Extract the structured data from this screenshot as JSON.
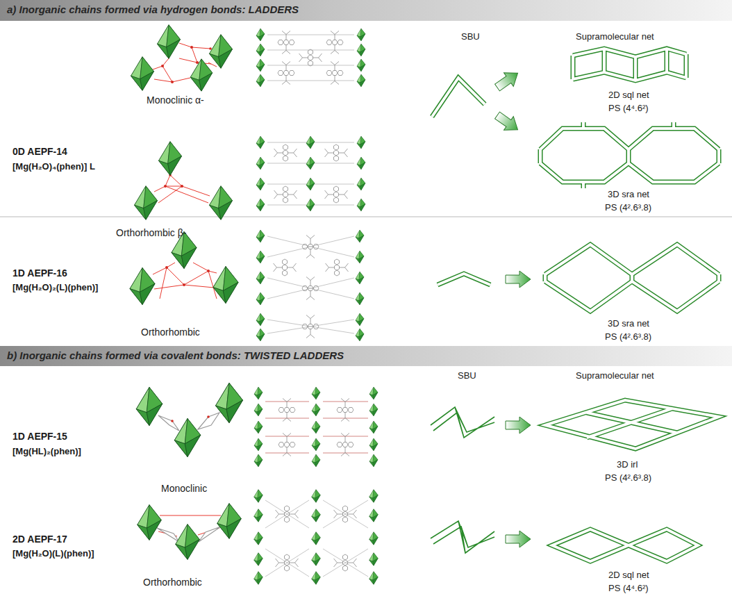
{
  "diagram": {
    "nodes": [
      {
        "text": [
          "a) Inorganic chains formed via hydrogen bonds: LADDERS"
        ]
      },
      {
        "text": [
          "b) Inorganic chains formed via covalent bonds: TWISTED LADDERS"
        ]
      }
    ],
    "labels": [
      "SBU",
      "Supramolecular net",
      "Monoclinic α-",
      "2D sql net",
      "PS (4⁴.6²)",
      "0D AEPF-14",
      "[Mg(H₂O)₄(phen)] L",
      "3D sra net",
      "PS (4².6³.8)",
      "Orthorhombic β-",
      "1D AEPF-16",
      "[Mg(H₂O)₂(L)(phen)]",
      "3D sra net",
      "PS (4².6³.8)",
      "Orthorhombic",
      "SBU",
      "Supramolecular net",
      "1D AEPF-15",
      "[Mg(HL)₂(phen)]",
      "3D irl",
      "PS (4².6³.8)",
      "Monoclinic",
      "2D AEPF-17",
      "[Mg(H₂O)(L)(phen)]",
      "2D sql net",
      "PS (4⁴.6²)",
      "Orthorhombic"
    ]
  }
}
